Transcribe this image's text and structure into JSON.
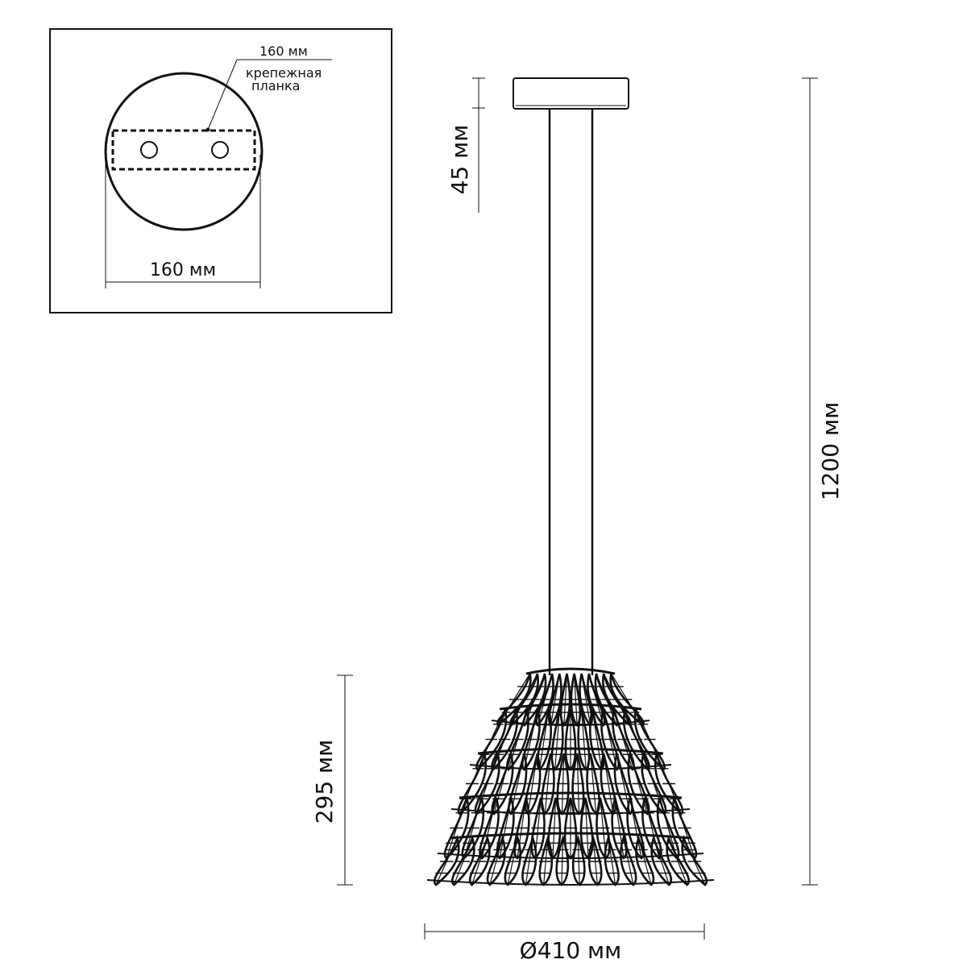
{
  "inset": {
    "top_dim_label": "160 мм",
    "bracket_label_line1": "крепежная",
    "bracket_label_line2": "планка",
    "bottom_dim_label": "160 мм"
  },
  "dimensions": {
    "canopy_height": "45 мм",
    "total_height": "1200 мм",
    "shade_height": "295 мм",
    "diameter": "Ø410 мм"
  },
  "colors": {
    "line": "#111111",
    "background": "#ffffff"
  }
}
